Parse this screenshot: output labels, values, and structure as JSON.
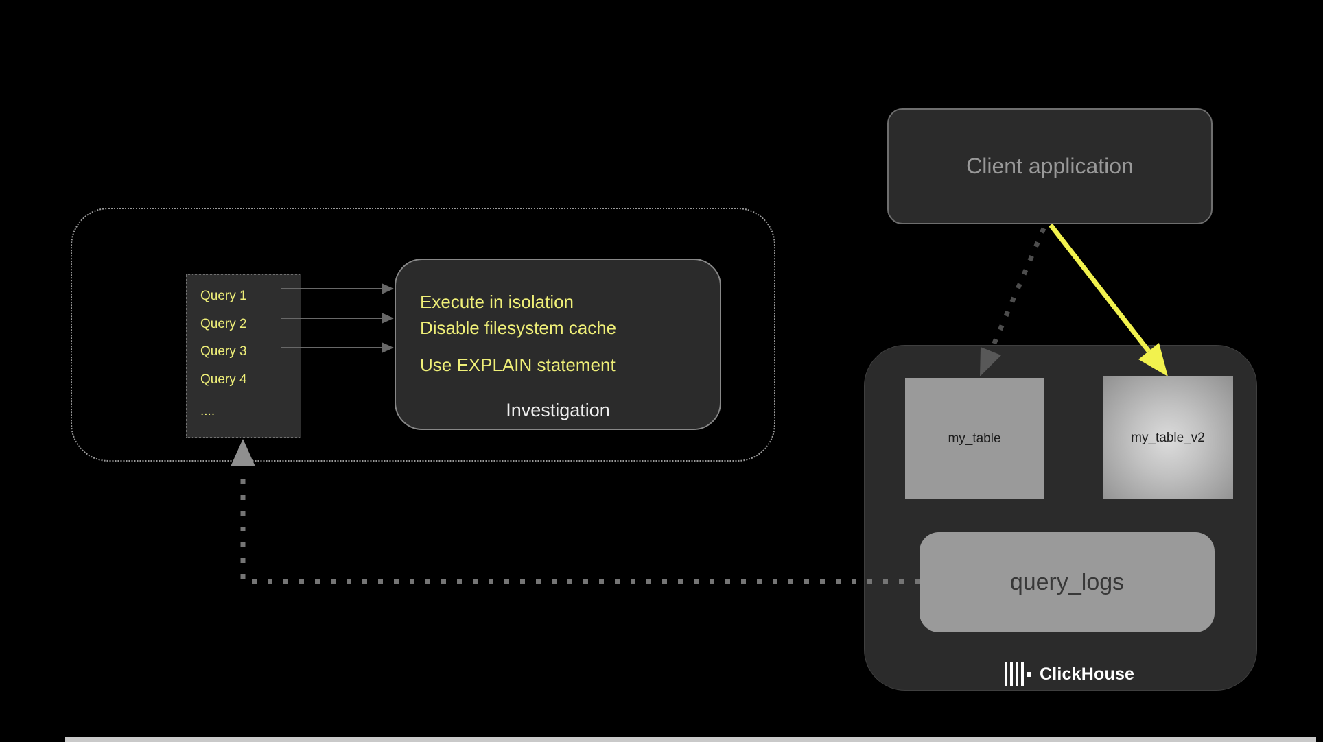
{
  "diagram": {
    "client_application": {
      "label": "Client application"
    },
    "investigation_flow": {
      "queries": [
        "Query 1",
        "Query 2",
        "Query 3",
        "Query 4",
        "...."
      ],
      "investigation": {
        "tips": [
          "Execute in isolation",
          "Disable filesystem cache",
          "Use EXPLAIN statement"
        ],
        "caption": "Investigation"
      }
    },
    "clickhouse": {
      "brand": "ClickHouse",
      "tables": {
        "original": "my_table",
        "new": "my_table_v2",
        "logs": "query_logs"
      }
    },
    "colors": {
      "background": "#000000",
      "panel_dark": "#2b2b2b",
      "highlight_yellow": "#f2f24e",
      "text_yellow": "#eeee78",
      "table_gray": "#9a9a9a",
      "muted_text": "#999999",
      "arrow_gray": "#686868",
      "dotted_line_gray": "#757575",
      "brand_text": "#ffffff"
    }
  }
}
